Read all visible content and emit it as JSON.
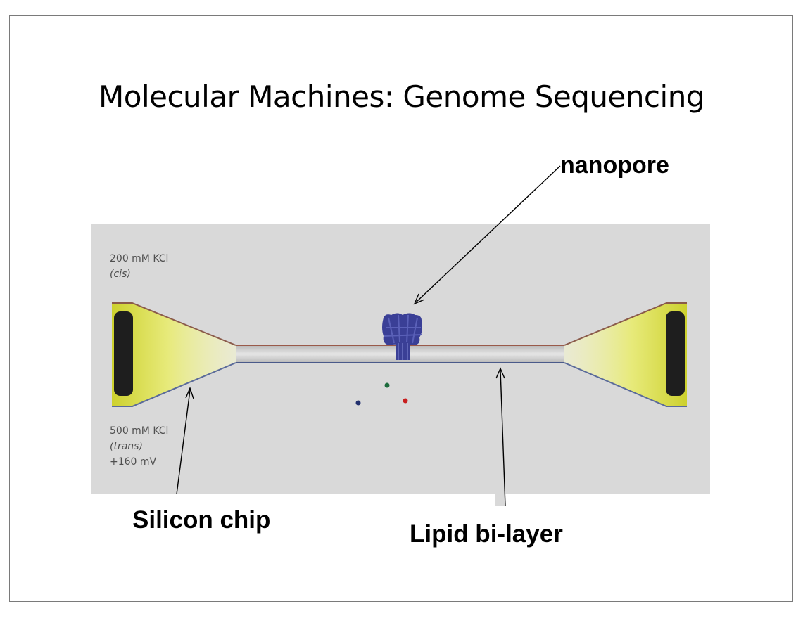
{
  "slide": {
    "title": "Molecular Machines: Genome Sequencing"
  },
  "labels": {
    "nanopore": "nanopore",
    "silicon_chip": "Silicon chip",
    "lipid_bilayer": "Lipid bi-layer"
  },
  "panel": {
    "cis_concentration": "200 mM KCl",
    "cis_side": "(cis)",
    "trans_concentration": "500 mM KCl",
    "trans_side": "(trans)",
    "trans_voltage": "+160 mV"
  },
  "colors": {
    "panel_background": "#d9d9d9",
    "silicon_yellow": "#d8dc3c",
    "silicon_dark": "#1e1e1e",
    "bilayer_top_line": "#9a5a4a",
    "bilayer_bottom_line": "#4a5a8a",
    "nanopore_blue": "#2a2f8a",
    "ion_green": "#1c6b3c",
    "ion_red": "#c81e1e",
    "ion_blue": "#22306e"
  }
}
